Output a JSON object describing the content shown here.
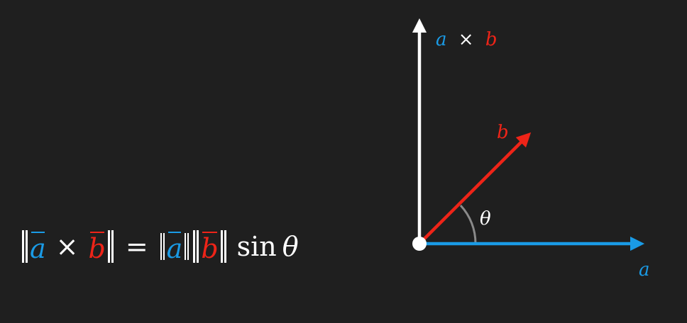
{
  "colors": {
    "background": "#1f1f1f",
    "vector_a": "#1a9be6",
    "vector_b": "#ee2418",
    "cross": "#ffffff",
    "angle_arc": "#8a8a8a"
  },
  "diagram": {
    "label_a": "a",
    "label_b": "b",
    "cross_a": "a",
    "cross_times": "×",
    "cross_b": "b",
    "angle_symbol": "θ"
  },
  "formula": {
    "lhs_a": "a",
    "times": "×",
    "lhs_b": "b",
    "equals": "=",
    "rhs_a": "a",
    "rhs_b": "b",
    "func": "sin",
    "angle": "θ"
  }
}
